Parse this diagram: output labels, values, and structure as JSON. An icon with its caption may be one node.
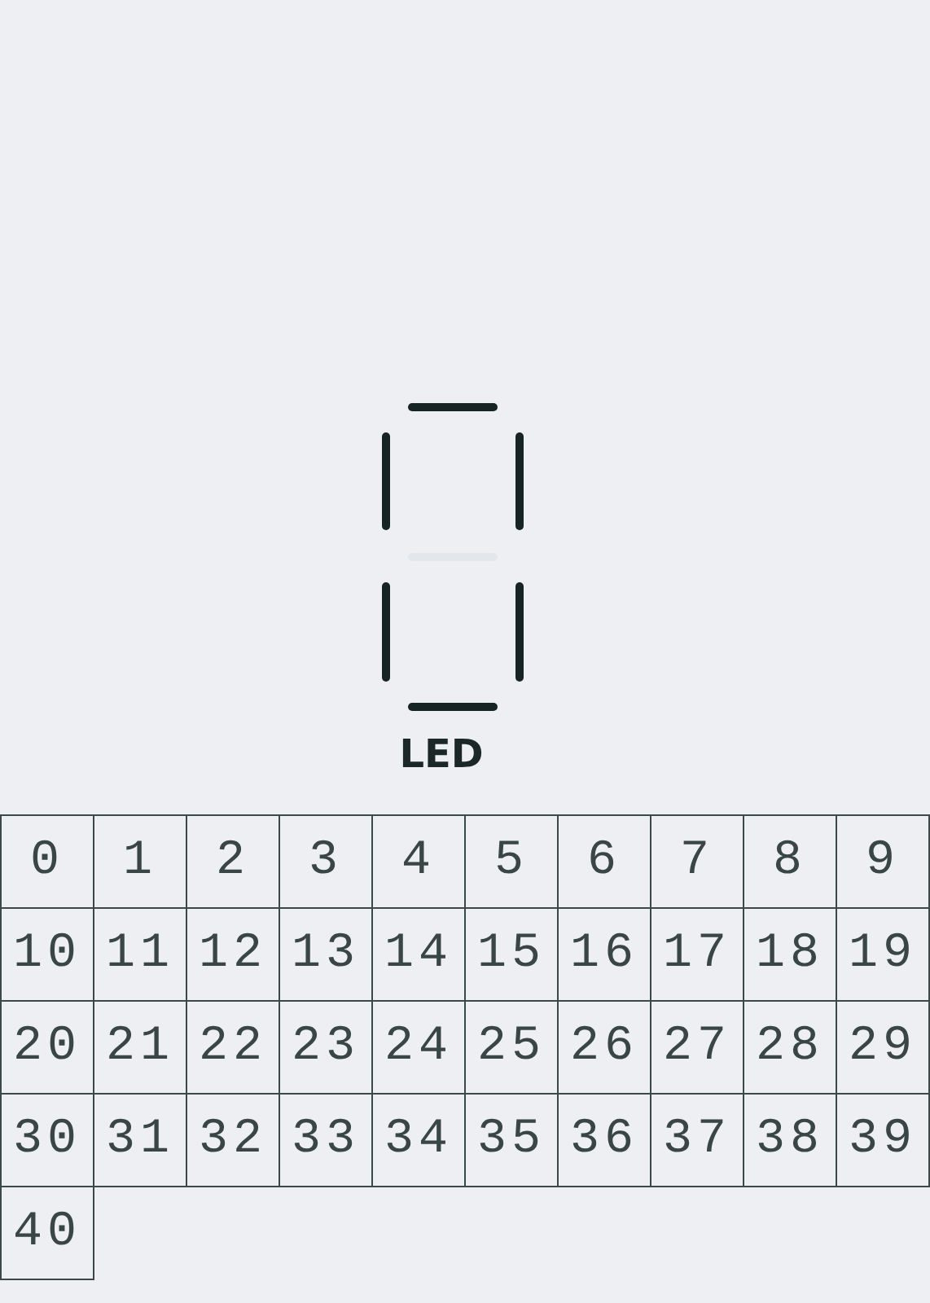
{
  "diagram": {
    "labels": [
      "LED",
      "0",
      "1",
      "2",
      "3",
      "4",
      "5",
      "6",
      "7",
      "8",
      "9",
      "10",
      "11",
      "12",
      "13",
      "14",
      "15",
      "16",
      "17",
      "18",
      "19",
      "20",
      "21",
      "22",
      "23",
      "24",
      "25",
      "26",
      "27",
      "28",
      "29",
      "30",
      "31",
      "32",
      "33",
      "34",
      "35",
      "36",
      "37",
      "38",
      "39",
      "40"
    ]
  }
}
